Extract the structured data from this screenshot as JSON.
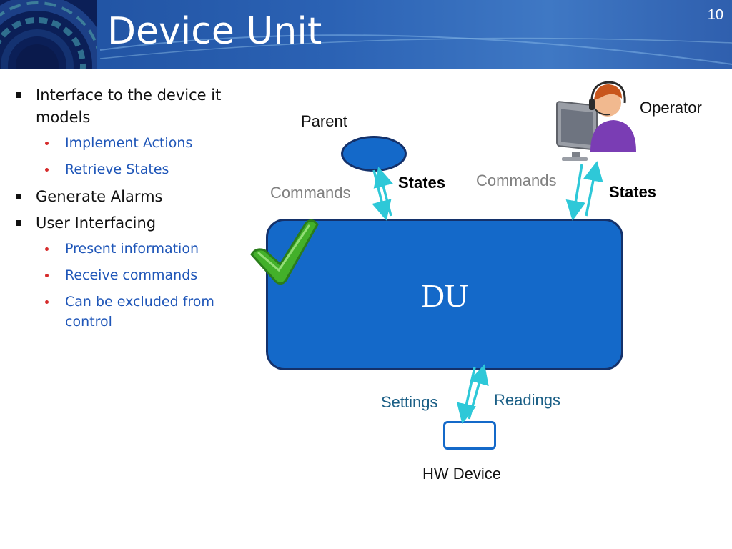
{
  "slide": {
    "title": "Device Unit",
    "number": "10"
  },
  "bullets": [
    {
      "text": "Interface to the device it models",
      "children": [
        "Implement Actions",
        "Retrieve States"
      ]
    },
    {
      "text": "Generate Alarms",
      "children": []
    },
    {
      "text": "User Interfacing",
      "children": [
        "Present information",
        "Receive commands",
        "Can be excluded from control"
      ]
    }
  ],
  "diagram": {
    "du": "DU",
    "parent": "Parent",
    "operator": "Operator",
    "hw_device": "HW Device",
    "parent_commands": "Commands",
    "parent_states": "States",
    "operator_commands": "Commands",
    "operator_states": "States",
    "settings": "Settings",
    "readings": "Readings"
  },
  "colors": {
    "header": "#2b62b4",
    "du_fill": "#1469c9",
    "arrow": "#2ec8d8",
    "bullet_sub": "#1f56b8",
    "sub_dot": "#d62b2b",
    "grey_label": "#808080",
    "teal_label": "#1b5f86"
  }
}
